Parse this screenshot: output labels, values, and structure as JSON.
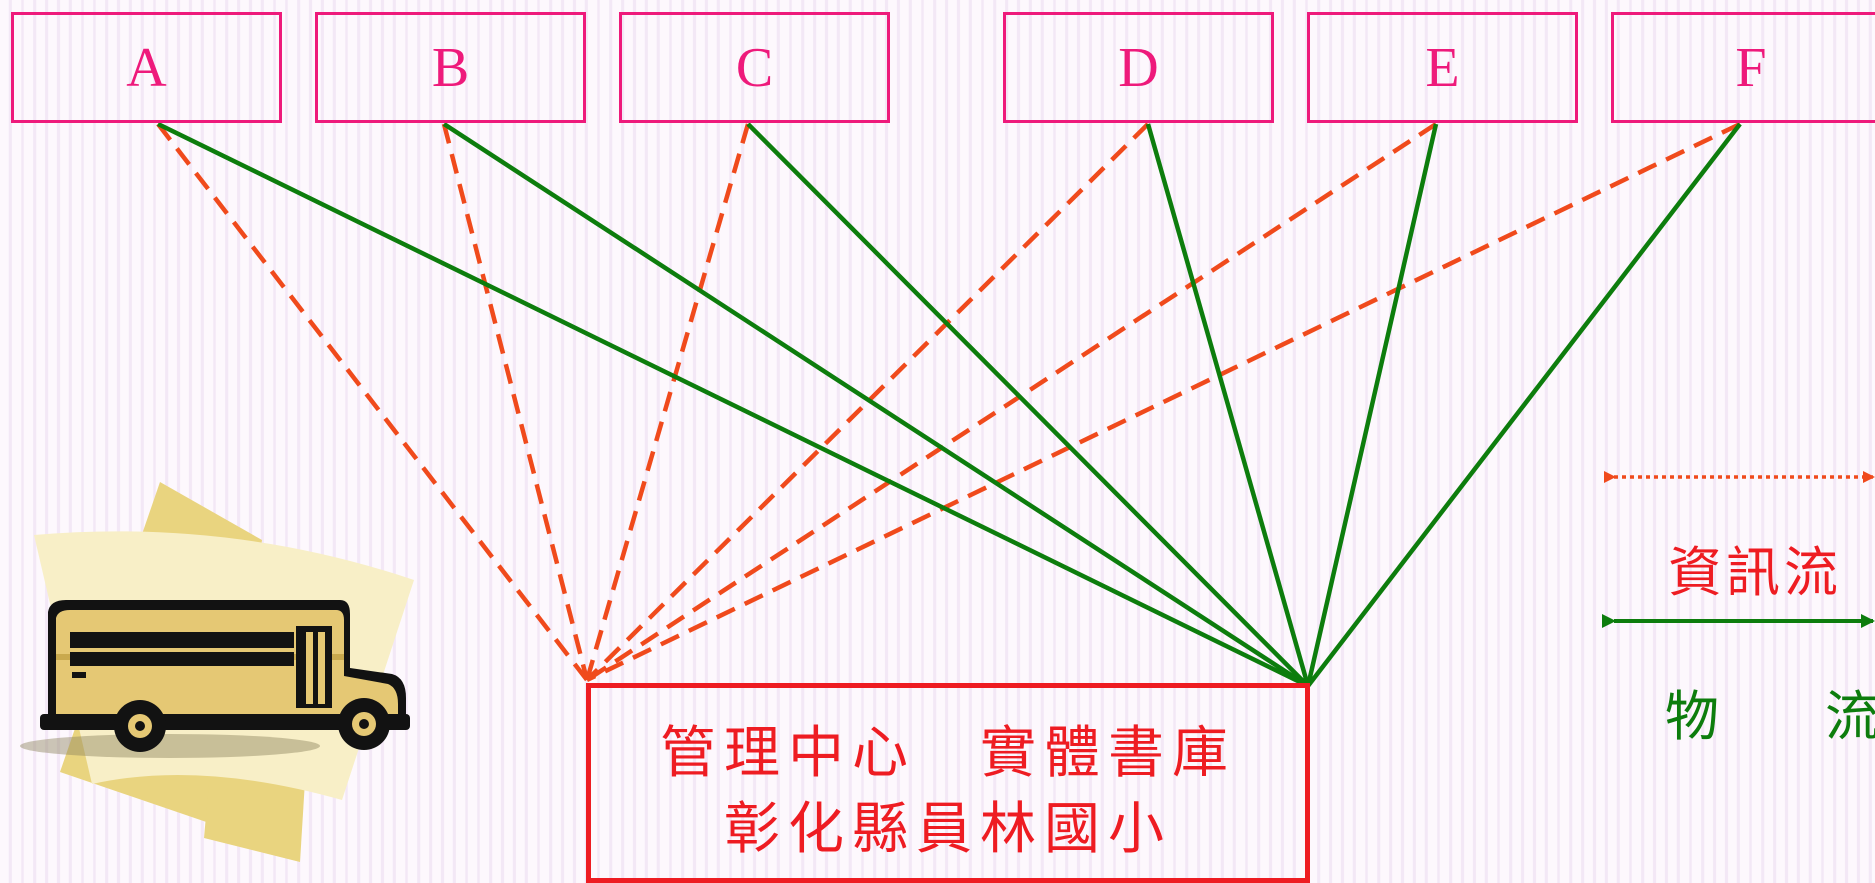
{
  "nodes": [
    {
      "id": "node-a",
      "label": "A"
    },
    {
      "id": "node-b",
      "label": "B"
    },
    {
      "id": "node-c",
      "label": "C"
    },
    {
      "id": "node-d",
      "label": "D"
    },
    {
      "id": "node-e",
      "label": "E"
    },
    {
      "id": "node-f",
      "label": "F"
    }
  ],
  "center": {
    "line1": "管理中心　實體書庫",
    "line2": "彰化縣員林國小"
  },
  "legend": {
    "information_flow": "資訊流",
    "goods_flow": "物　流"
  },
  "colors": {
    "node_border": "#ee1a7b",
    "center_border": "#ee1c22",
    "information_flow": "#f04a1c",
    "goods_flow": "#0d7d0d"
  },
  "illustration": {
    "icon": "school-bus-icon"
  }
}
